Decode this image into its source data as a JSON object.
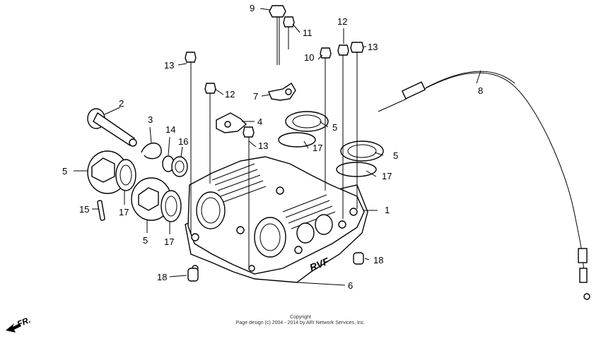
{
  "callouts": [
    {
      "id": "c9",
      "label": "9"
    },
    {
      "id": "c11",
      "label": "11"
    },
    {
      "id": "c12a",
      "label": "12"
    },
    {
      "id": "c13a",
      "label": "13"
    },
    {
      "id": "c10",
      "label": "10"
    },
    {
      "id": "c13b",
      "label": "13"
    },
    {
      "id": "c12b",
      "label": "12"
    },
    {
      "id": "c7",
      "label": "7"
    },
    {
      "id": "c4",
      "label": "4"
    },
    {
      "id": "c2",
      "label": "2"
    },
    {
      "id": "c3",
      "label": "3"
    },
    {
      "id": "c14",
      "label": "14"
    },
    {
      "id": "c16",
      "label": "16"
    },
    {
      "id": "c5a",
      "label": "5"
    },
    {
      "id": "c13c",
      "label": "13"
    },
    {
      "id": "c5b",
      "label": "5"
    },
    {
      "id": "c17a",
      "label": "17"
    },
    {
      "id": "c5c",
      "label": "5"
    },
    {
      "id": "c17b",
      "label": "17"
    },
    {
      "id": "c8",
      "label": "8"
    },
    {
      "id": "c15",
      "label": "15"
    },
    {
      "id": "c17c",
      "label": "17"
    },
    {
      "id": "c5d",
      "label": "5"
    },
    {
      "id": "c17d",
      "label": "17"
    },
    {
      "id": "c1",
      "label": "1"
    },
    {
      "id": "c18a",
      "label": "18"
    },
    {
      "id": "c18b",
      "label": "18"
    },
    {
      "id": "c6",
      "label": "6"
    }
  ],
  "front_label": "FR.",
  "copyright_line1": "Copyright",
  "copyright_line2": "Page design (c) 2004 - 2014 by ARI Network Services, Inc."
}
